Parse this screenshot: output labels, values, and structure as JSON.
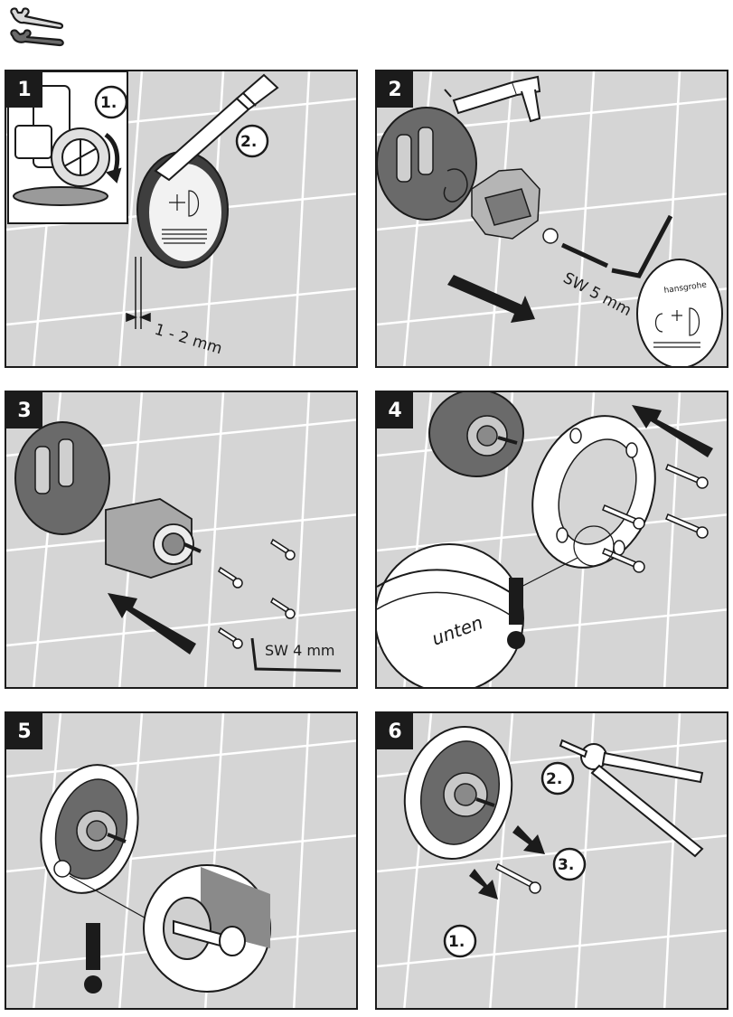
{
  "icons": {
    "header": "tools-icon"
  },
  "colors": {
    "wall": "#d5d5d5",
    "grout": "#ffffff",
    "ink": "#1b1b1b",
    "box_grey": "#8a8a8a"
  },
  "steps": [
    {
      "number": "1",
      "callouts": [
        "1.",
        "2."
      ],
      "measure": "1 - 2 mm"
    },
    {
      "number": "2",
      "wrench": "SW 5 mm",
      "brand": "hansgrohe"
    },
    {
      "number": "3",
      "wrench": "SW 4 mm"
    },
    {
      "number": "4",
      "detail_text": "unten"
    },
    {
      "number": "5"
    },
    {
      "number": "6",
      "callouts": [
        "1.",
        "2.",
        "3."
      ]
    }
  ]
}
